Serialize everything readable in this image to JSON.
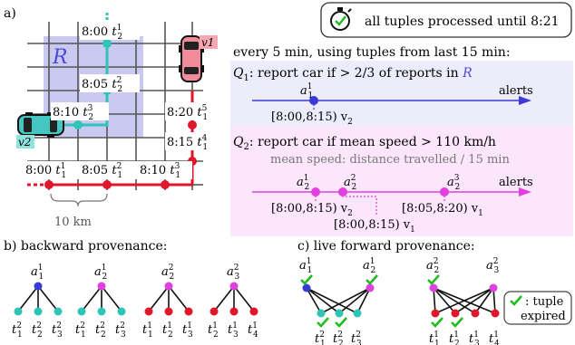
{
  "colors": {
    "red": "#e0162b",
    "teal": "#2ec4b6",
    "blue": "#3a3ad6",
    "magenta": "#e040e0",
    "region_fill": "#c9c9f2",
    "q1_bg": "#ececfb",
    "q2_bg": "#fbe6fb",
    "check": "#22bb22"
  },
  "panel_a": {
    "label": "a)",
    "region": "R",
    "car_v1": "v1",
    "car_v2": "v2",
    "scale": "10 km",
    "teal_labels": [
      {
        "time": "8:00",
        "t": "t",
        "sub": "2",
        "sup": "1"
      },
      {
        "time": "8:05",
        "t": "t",
        "sub": "2",
        "sup": "2"
      },
      {
        "time": "8:10",
        "t": "t",
        "sub": "2",
        "sup": "3"
      }
    ],
    "red_labels": [
      {
        "time": "8:20",
        "t": "t",
        "sub": "1",
        "sup": "5"
      },
      {
        "time": "8:15",
        "t": "t",
        "sub": "1",
        "sup": "4"
      },
      {
        "time": "8:00",
        "t": "t",
        "sub": "1",
        "sup": "1"
      },
      {
        "time": "8:05",
        "t": "t",
        "sub": "1",
        "sup": "2"
      },
      {
        "time": "8:10",
        "t": "t",
        "sub": "1",
        "sup": "3"
      }
    ]
  },
  "status": {
    "text": "all tuples processed until 8:21",
    "icon": "stopwatch-icon"
  },
  "every_text": "every 5 min, using tuples from last 15 min:",
  "q1": {
    "name": "Q",
    "sub": "1",
    "text": ": report car if > 2/3 of reports in ",
    "region": "R",
    "alert_label": "a",
    "alert_sub": "1",
    "alert_sup": "1",
    "alerts": "alerts",
    "window": "[8:00,8:15) v",
    "window_sub": "2"
  },
  "q2": {
    "name": "Q",
    "sub": "2",
    "text": ": report car if mean speed > 110 km/h",
    "speed_note": "mean speed: distance travelled / 15 min",
    "alerts": "alerts",
    "items": [
      {
        "a": "a",
        "sub": "1",
        "sup": "2",
        "window": "[8:00,8:15) v",
        "wsub": "2"
      },
      {
        "a": "a",
        "sub": "2",
        "sup": "2",
        "window": "[8:00,8:15) v",
        "wsub": "1"
      },
      {
        "a": "a",
        "sub": "3",
        "sup": "2",
        "window": "[8:05,8:20) v",
        "wsub": "1"
      }
    ]
  },
  "panel_b": {
    "title": "b) backward provenance:",
    "trees": [
      {
        "root": "a",
        "rsub": "1",
        "rsup": "1",
        "leaves": [
          {
            "sub": "1",
            "sup": "2"
          },
          {
            "sub": "2",
            "sup": "2"
          },
          {
            "sub": "3",
            "sup": "2"
          }
        ]
      },
      {
        "root": "a",
        "rsub": "2",
        "rsup": "1",
        "leaves": [
          {
            "sub": "1",
            "sup": "2"
          },
          {
            "sub": "2",
            "sup": "2"
          },
          {
            "sub": "3",
            "sup": "2"
          }
        ]
      },
      {
        "root": "a",
        "rsub": "2",
        "rsup": "2",
        "leaves": [
          {
            "sub": "1",
            "sup": "1"
          },
          {
            "sub": "2",
            "sup": "1"
          },
          {
            "sub": "3",
            "sup": "1"
          }
        ]
      },
      {
        "root": "a",
        "rsub": "3",
        "rsup": "2",
        "leaves": [
          {
            "sub": "2",
            "sup": "1"
          },
          {
            "sub": "3",
            "sup": "1"
          },
          {
            "sub": "4",
            "sup": "1"
          }
        ]
      }
    ]
  },
  "panel_c": {
    "title": "c) live forward provenance:",
    "left_roots": [
      {
        "sub": "1",
        "sup": "1"
      },
      {
        "sub": "2",
        "sup": "1"
      }
    ],
    "left_leaves": [
      {
        "sub": "1",
        "sup": "2"
      },
      {
        "sub": "2",
        "sup": "2"
      },
      {
        "sub": "3",
        "sup": "2"
      }
    ],
    "right_roots": [
      {
        "sub": "2",
        "sup": "2"
      },
      {
        "sub": "3",
        "sup": "2"
      }
    ],
    "right_leaves": [
      {
        "sub": "1",
        "sup": "1"
      },
      {
        "sub": "2",
        "sup": "1"
      },
      {
        "sub": "3",
        "sup": "1"
      },
      {
        "sub": "4",
        "sup": "1"
      }
    ],
    "legend_line1": ": tuple",
    "legend_line2": "expired"
  }
}
